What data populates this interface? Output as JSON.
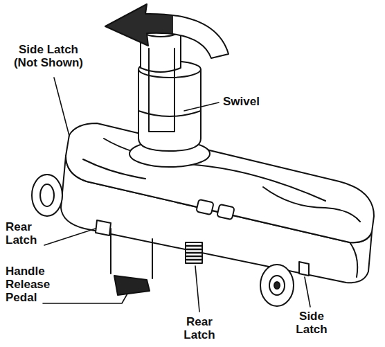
{
  "diagram": {
    "labels": [
      "Side Latch (Not Shown)",
      "Swivel",
      "Rear Latch",
      "Handle Release Pedal",
      "Rear Latch",
      "Side Latch"
    ]
  }
}
